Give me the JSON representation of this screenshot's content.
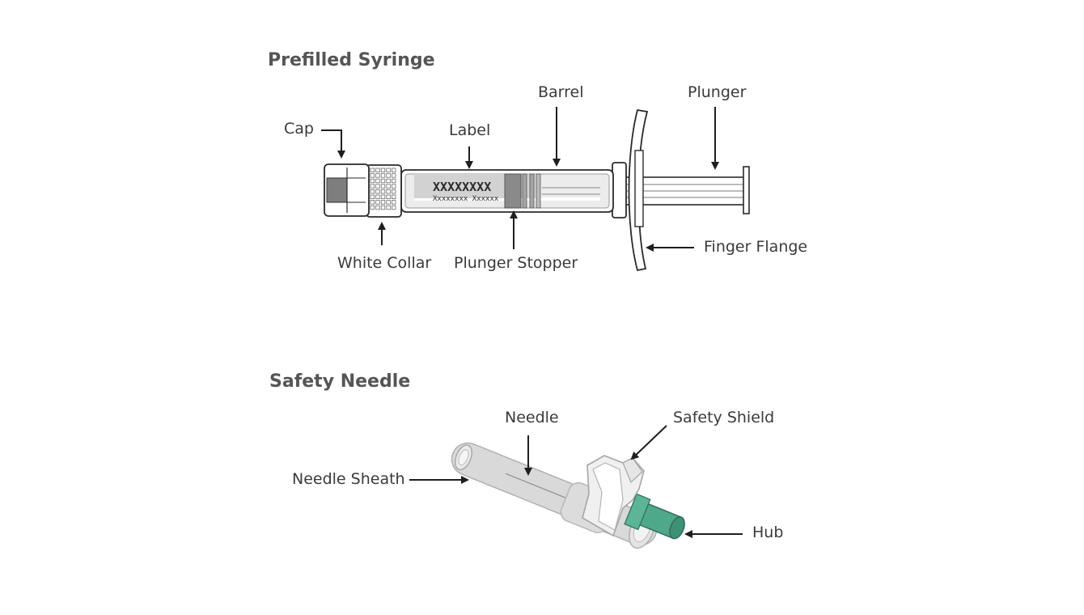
{
  "syringe": {
    "title": "Prefilled Syringe",
    "labels": {
      "cap": "Cap",
      "label": "Label",
      "barrel": "Barrel",
      "plunger": "Plunger",
      "white_collar": "White Collar",
      "plunger_stopper": "Plunger Stopper",
      "finger_flange": "Finger Flange"
    },
    "label_text": {
      "main": "XXXXXXXX",
      "sub": "Xxxxxxxx Xxxxxx"
    }
  },
  "needle": {
    "title": "Safety Needle",
    "labels": {
      "needle": "Needle",
      "safety_shield": "Safety Shield",
      "needle_sheath": "Needle Sheath",
      "hub": "Hub"
    }
  },
  "colors": {
    "hub": "#4fa88a",
    "line": "#2a2a2a",
    "barrel_fill": "#e6e6e6",
    "dark_fill": "#8a8a8a",
    "sheath_fill": "#d9d9d9"
  }
}
